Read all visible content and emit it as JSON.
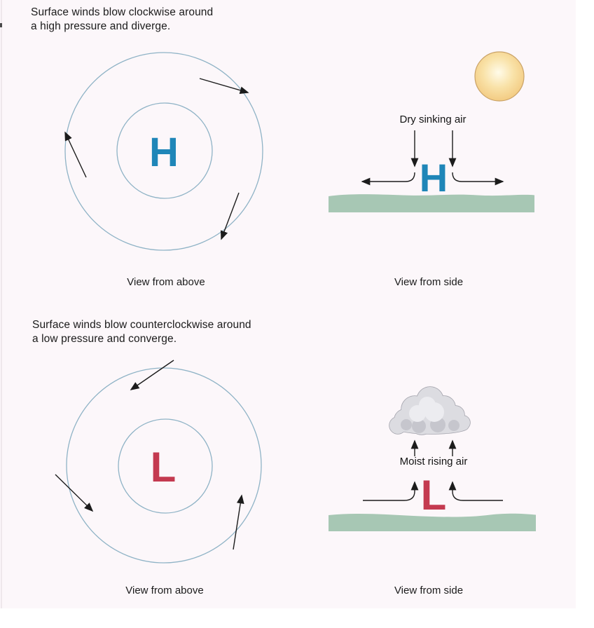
{
  "page": {
    "background": "#fcf7fa"
  },
  "colors": {
    "background": "#fcf7fa",
    "arrow": "#1c1c1c",
    "circle_stroke": "#8fb3c6",
    "high_symbol": "#1f86b8",
    "low_symbol": "#c43a50",
    "ground": "#a7c7b4",
    "sun_center": "#fffbe9",
    "sun_mid": "#f9e2a8",
    "sun_edge": "#f2c87d",
    "sun_border": "#c9a267",
    "cloud_fill": "#dcdce1",
    "cloud_outline": "#a2a2ab",
    "cloud_shadow": "#b8b8c0",
    "cloud_highlight": "#ececf0",
    "text": "#1b1b1b"
  },
  "high_section": {
    "heading": "Surface winds blow clockwise around\na high pressure and diverge.",
    "symbol": "H",
    "top_view_caption": "View from above",
    "side_view_caption": "View from side",
    "side_label": "Dry sinking air"
  },
  "low_section": {
    "heading": "Surface winds blow counterclockwise around\na low pressure and converge.",
    "symbol": "L",
    "top_view_caption": "View from above",
    "side_view_caption": "View from side",
    "side_label": "Moist rising air"
  }
}
